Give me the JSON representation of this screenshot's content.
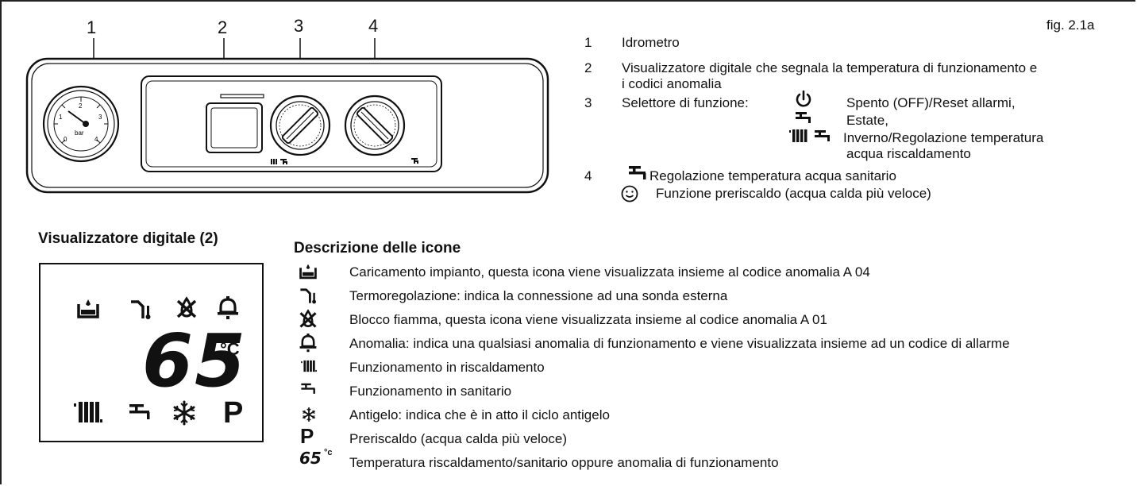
{
  "fig_label": "fig. 2.1a",
  "callouts": [
    "1",
    "2",
    "3",
    "4"
  ],
  "gauge_text": {
    "unit": "bar",
    "ticks": [
      "0",
      "1",
      "2",
      "3",
      "4"
    ]
  },
  "legend": {
    "items": [
      {
        "num": "1",
        "text": "Idrometro"
      },
      {
        "num": "2",
        "text": "Visualizzatore digitale che segnala la temperatura di funzionamento e",
        "text2": "i codici anomalia"
      },
      {
        "num": "3",
        "text": "Selettore di funzione:"
      },
      {
        "num": "4",
        "text": "Regolazione temperatura acqua sanitario"
      }
    ],
    "selector_options": [
      {
        "icon": "power-icon",
        "text": "Spento (OFF)/Reset allarmi,"
      },
      {
        "icon": "tap-icon",
        "text": "Estate,"
      },
      {
        "icon": "radiator-tap-icon",
        "text": "Inverno/Regolazione temperatura",
        "text2": "acqua riscaldamento"
      }
    ],
    "preheat_text": "Funzione preriscaldo (acqua calda più veloce)"
  },
  "display_panel": {
    "title": "Visualizzatore digitale (2)",
    "digits": "65",
    "unit": "°C",
    "p_letter": "P"
  },
  "icons_section": {
    "title": "Descrizione delle icone",
    "items": [
      {
        "icon": "water-fill-icon",
        "text": "Caricamento impianto, questa icona viene visualizzata insieme al codice anomalia A 04"
      },
      {
        "icon": "thermoregulation-icon",
        "text": "Termoregolazione: indica la connessione ad una sonda esterna"
      },
      {
        "icon": "flame-lock-icon",
        "text": "Blocco fiamma, questa icona viene visualizzata insieme al codice anomalia A 01"
      },
      {
        "icon": "bell-icon",
        "text": "Anomalia: indica una qualsiasi anomalia di funzionamento e viene visualizzata  insieme ad un codice di allarme"
      },
      {
        "icon": "radiator-icon",
        "text": "Funzionamento in riscaldamento"
      },
      {
        "icon": "tap-icon",
        "text": "Funzionamento in sanitario"
      },
      {
        "icon": "snowflake-icon",
        "text": "Antigelo: indica che è in atto il ciclo antigelo"
      },
      {
        "icon": "p-icon",
        "text": "Preriscaldo (acqua calda più veloce)",
        "glyph": "P"
      },
      {
        "icon": "temperature-digits-icon",
        "text": "Temperatura riscaldamento/sanitario oppure anomalia di funzionamento",
        "glyph": "65",
        "glyph2": "°c"
      }
    ]
  }
}
